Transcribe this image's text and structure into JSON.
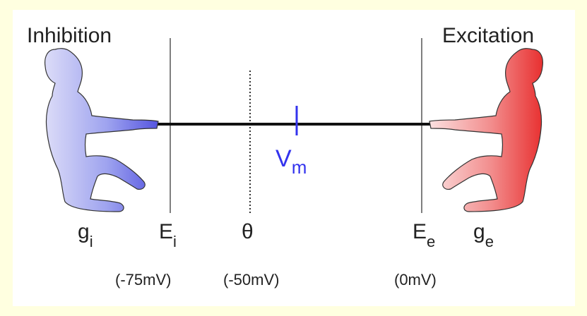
{
  "labels": {
    "inhibition": "Inhibition",
    "excitation": "Excitation",
    "g_i": {
      "main": "g",
      "sub": "i"
    },
    "E_i": {
      "main": "E",
      "sub": "i"
    },
    "theta": "θ",
    "E_e": {
      "main": "E",
      "sub": "e"
    },
    "g_e": {
      "main": "g",
      "sub": "e"
    },
    "V_m": {
      "main": "V",
      "sub": "m"
    }
  },
  "values": {
    "E_i": "(-75mV)",
    "theta": "(-50mV)",
    "E_e": "(0mV)"
  },
  "colors": {
    "inhibition_figure": "#9aa0f0",
    "excitation_figure": "#f08080",
    "vm_marker": "#3333ee",
    "rope": "#111111",
    "background": "#ffffe0"
  },
  "icons": {
    "left_figure": "person-pulling-rope-icon",
    "right_figure": "person-pulling-rope-icon"
  }
}
